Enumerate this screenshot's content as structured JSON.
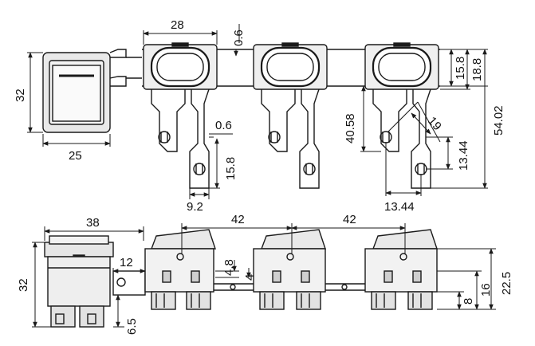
{
  "colors": {
    "ink": "#1a1a1a",
    "body": "#e9e9e9",
    "dark": "#cfcfcf",
    "background": "#ffffff"
  },
  "top_view": {
    "dims": {
      "width_28": "28",
      "gap_0_6_top": "0.6",
      "height_15_8": "15.8",
      "height_18_8": "18.8",
      "height_54_02": "54.02",
      "height_40_58": "40.58",
      "diag_19": "19",
      "height_13_44": "13.44",
      "width_13_44": "13.44",
      "pin_0_6": "0.6",
      "pin_15_8": "15.8",
      "pin_9_2": "9.2",
      "front_32": "32",
      "front_25": "25"
    }
  },
  "side_view": {
    "dims": {
      "width_38": "38",
      "pitch_42_a": "42",
      "pitch_42_b": "42",
      "height_32": "32",
      "tab_12": "12",
      "tab_4_8": "4.8",
      "tab_4": "4",
      "tab_6_5": "6.5",
      "height_22_5": "22.5",
      "height_16": "16",
      "height_8": "8"
    }
  }
}
